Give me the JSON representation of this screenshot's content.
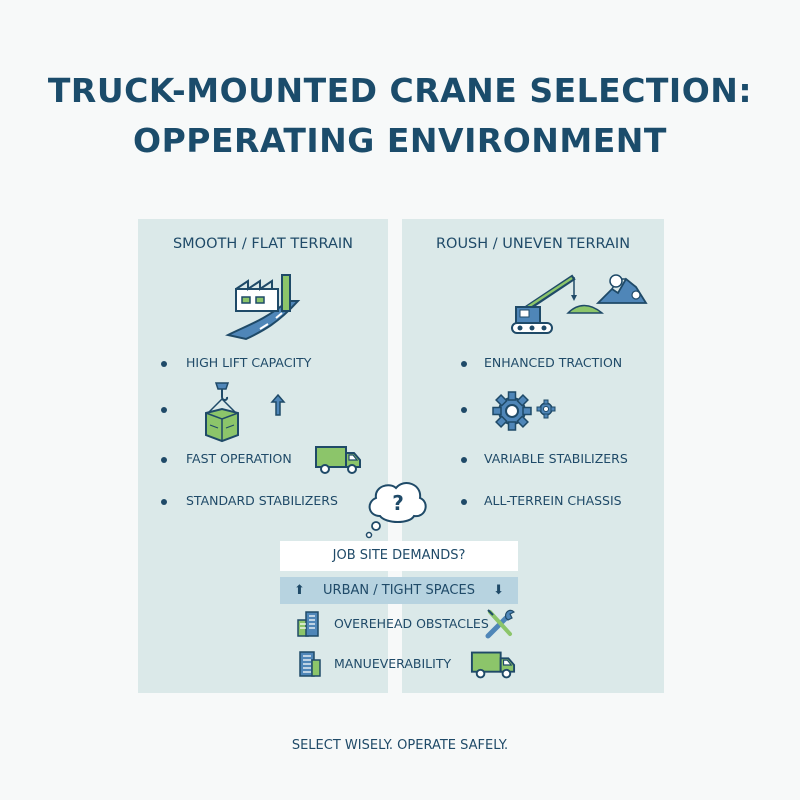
{
  "title_line1": "TRUCK-MOUNTED CRANE SELECTION:",
  "title_line2": "OPPERATING ENVIRONMENT",
  "left": {
    "heading": "SMOOTH / FLAT TERRAIN",
    "items": [
      "HIGH LIFT CAPACITY",
      "FAST OPERATION",
      "STANDARD STABILIZERS"
    ]
  },
  "right": {
    "heading": "ROUSH / UNEVEN TERRAIN",
    "items": [
      "ENHANCED TRACTION",
      "VARIABLE STABILIZERS",
      "ALL-TERREIN CHASSIS"
    ]
  },
  "center": {
    "question_mark": "?",
    "demands": "JOB SITE DEMANDS?",
    "urban": "URBAN / TIGHT SPACES",
    "arrow_up": "⬆",
    "arrow_down": "⬇",
    "obstacles": "OVEREHEAD OBSTACLES",
    "maneuver": "MANUEVERABILITY"
  },
  "footer": "SELECT WISELY. OPERATE SAFELY.",
  "colors": {
    "navy": "#1f4a68",
    "green": "#8cc56a",
    "blue": "#2e6f9e",
    "panel": "#dbe9e9",
    "bar": "#b7d3e0"
  },
  "icons": [
    "factory-road-icon",
    "crane-hook-cargo-icon",
    "arrow-up-icon",
    "delivery-truck-icon",
    "thought-bubble-icon",
    "crawler-crane-icon",
    "rock-pile-icon",
    "gears-icon",
    "buildings-icon",
    "wrench-screwdriver-icon",
    "city-building-icon"
  ]
}
